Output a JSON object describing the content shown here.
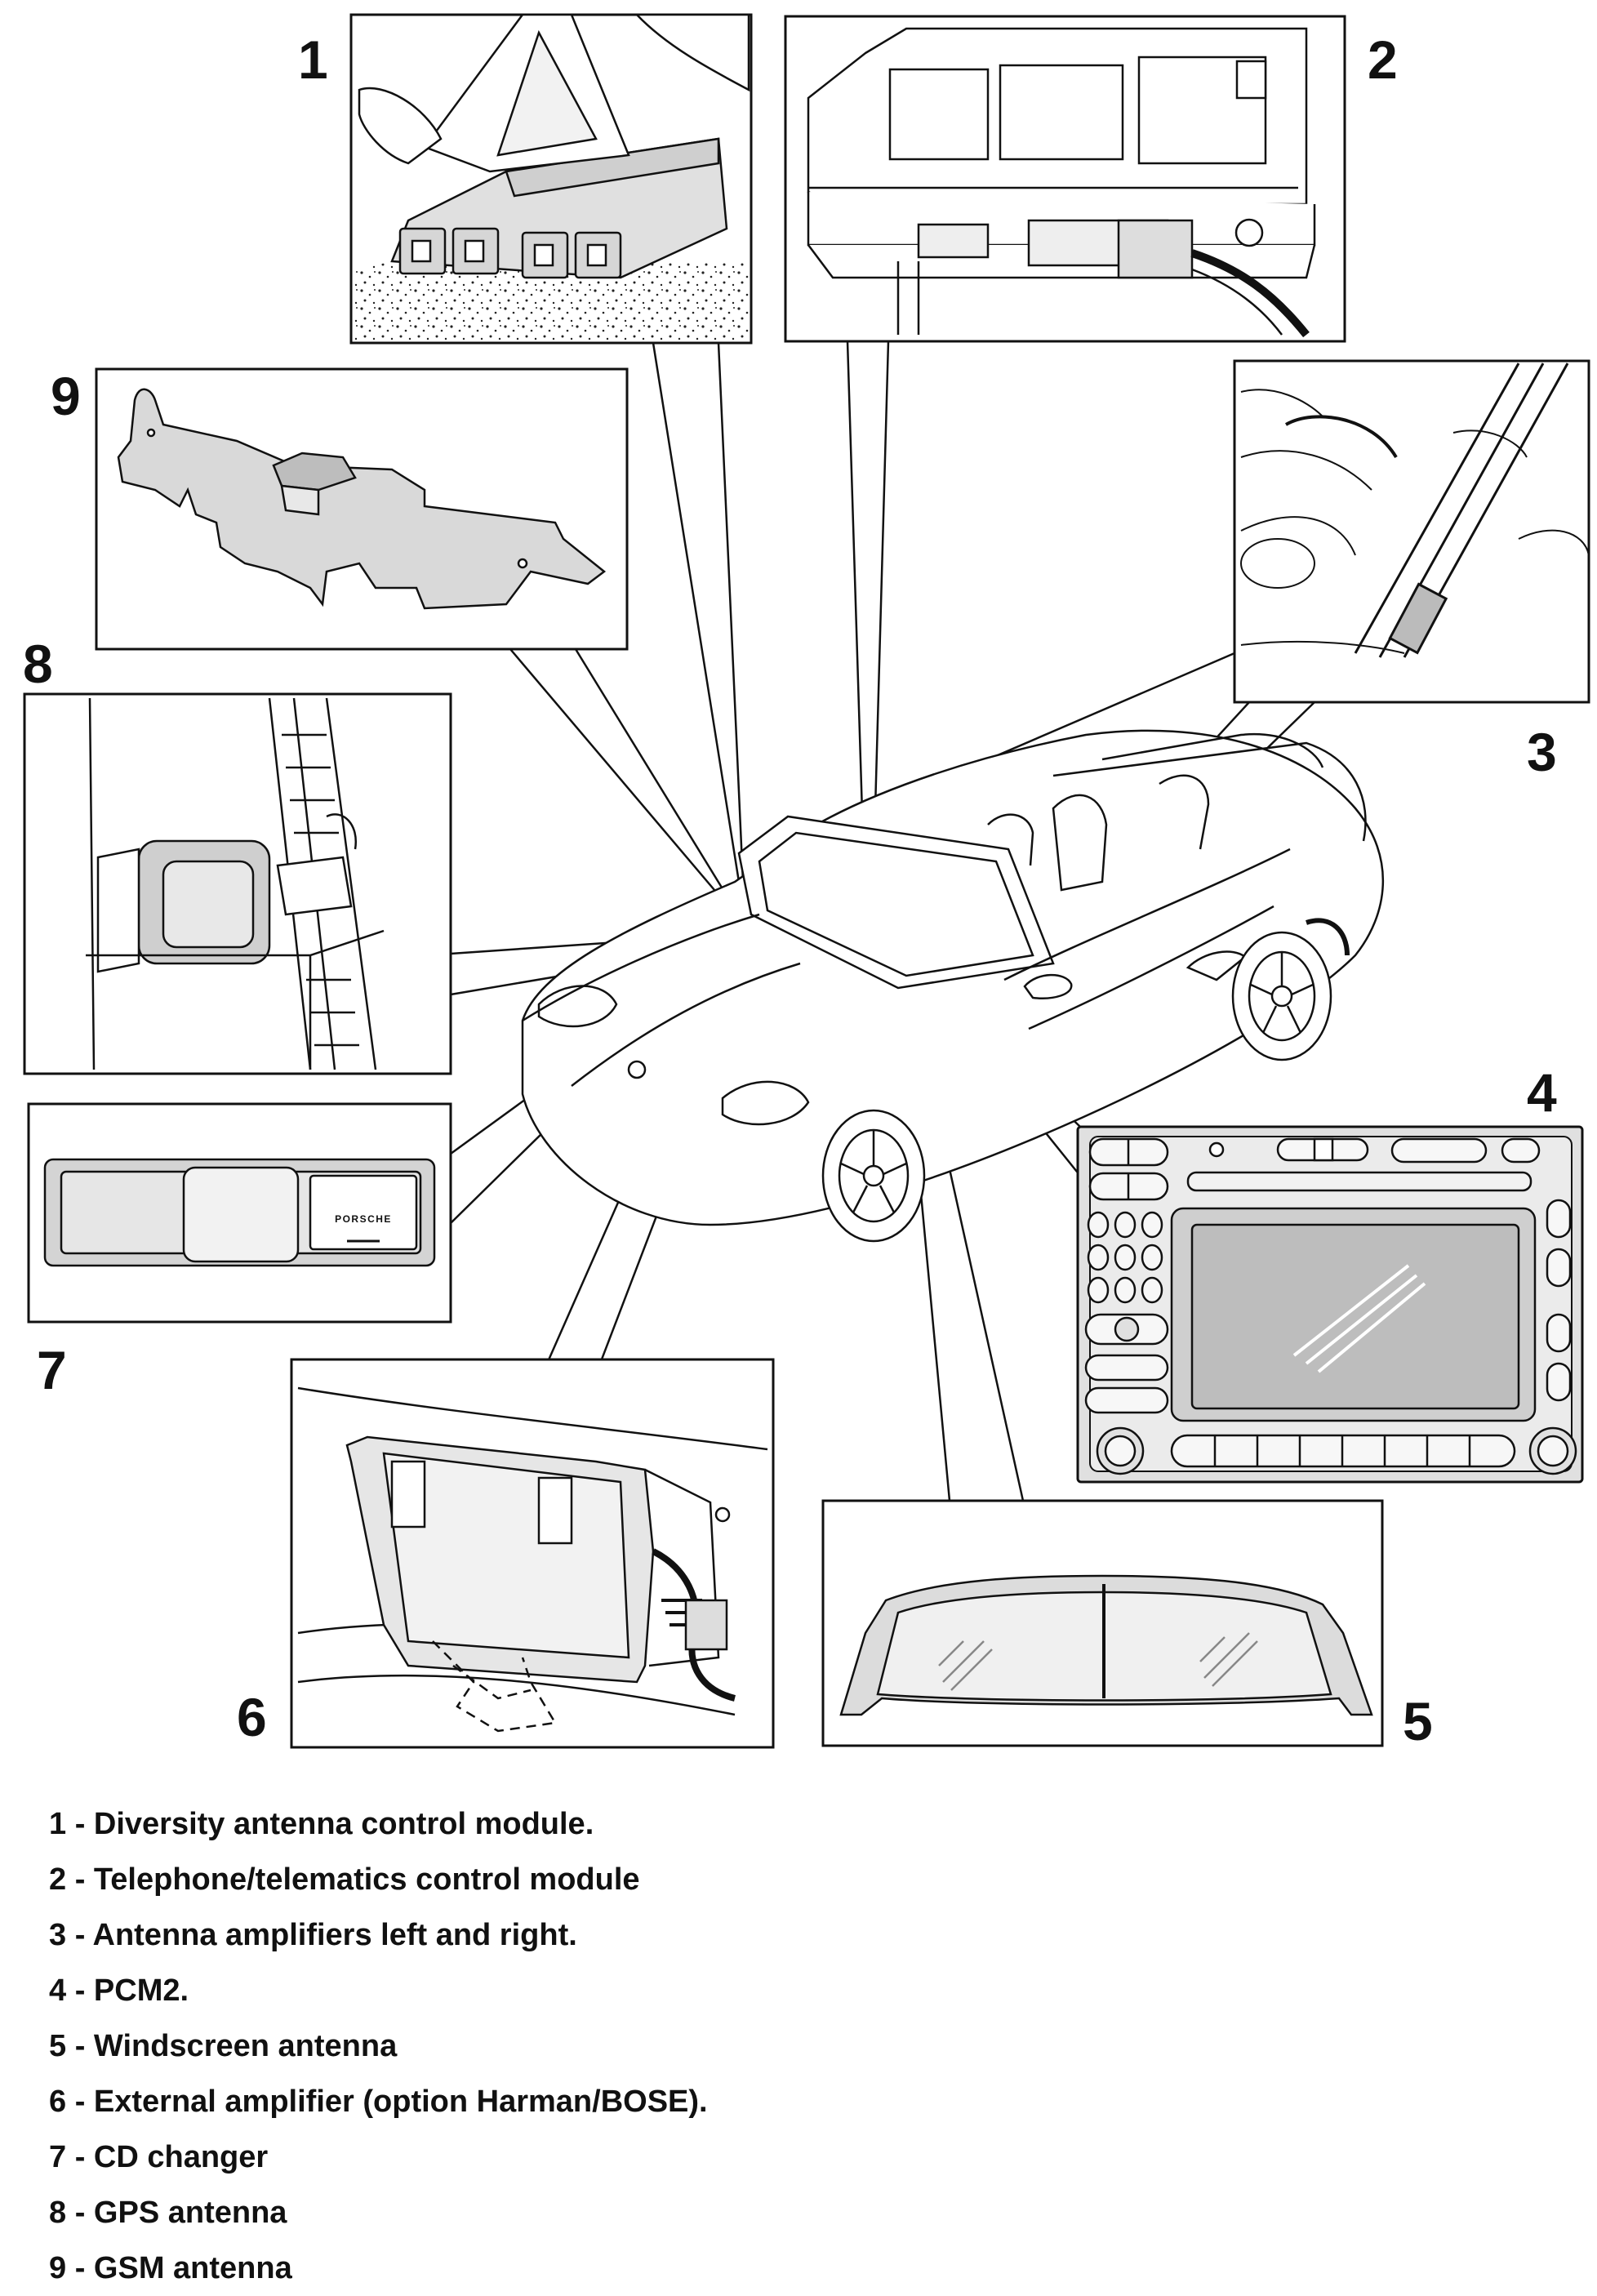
{
  "callouts": [
    "1",
    "2",
    "3",
    "4",
    "5",
    "6",
    "7",
    "8",
    "9"
  ],
  "cd_changer_brand": "PORSCHE",
  "legend": [
    {
      "num": "1",
      "text": " - Diversity antenna control module."
    },
    {
      "num": "2",
      "text": " - Telephone/telematics control module"
    },
    {
      "num": "3",
      "text": " - Antenna amplifiers left and right."
    },
    {
      "num": "4",
      "text": " - PCM2."
    },
    {
      "num": "5",
      "text": " - Windscreen antenna"
    },
    {
      "num": "6",
      "text": " - External amplifier (option Harman/BOSE)."
    },
    {
      "num": "7",
      "text": " - CD changer"
    },
    {
      "num": "8",
      "text": " - GPS antenna"
    },
    {
      "num": "9",
      "text": " - GSM antenna"
    }
  ]
}
